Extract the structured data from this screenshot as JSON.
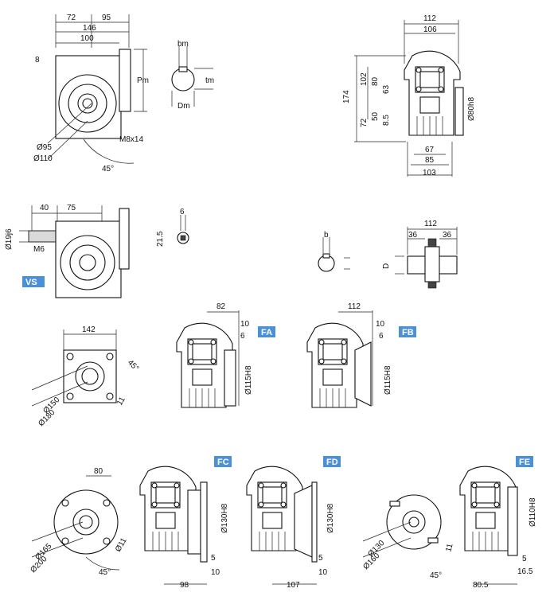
{
  "top_left": {
    "d72": "72",
    "d95": "95",
    "d146": "146",
    "d100": "100",
    "d8": "8",
    "pm": "Pm",
    "phi95": "Ø95",
    "phi110": "Ø110",
    "m8": "M8x14",
    "ang": "45°"
  },
  "key": {
    "bm": "bm",
    "tm": "tm",
    "dm": "Dm"
  },
  "top_right": {
    "d112": "112",
    "d106": "106",
    "d174": "174",
    "d102": "102",
    "d80": "80",
    "d63": "63",
    "d72": "72",
    "d50": "50",
    "d85a": "8.5",
    "phi80": "Ø80h8",
    "d67": "67",
    "d85": "85",
    "d103": "103"
  },
  "vs": {
    "label": "VS",
    "d40": "40",
    "d75": "75",
    "phi19": "Ø19j6",
    "m6": "M6"
  },
  "vs_key": {
    "d6": "6",
    "d215": "21.5"
  },
  "hollow_key": {
    "b": "b",
    "d": "D"
  },
  "shaft": {
    "d112": "112",
    "d36a": "36",
    "d36b": "36"
  },
  "flange": {
    "d142": "142",
    "ang": "45°",
    "phi150": "Ø150",
    "phi180": "Ø180",
    "d11": "11"
  },
  "fa": {
    "label": "FA",
    "d82": "82",
    "d10": "10",
    "d6": "6",
    "phi115": "Ø115H8"
  },
  "fb": {
    "label": "FB",
    "d112": "112",
    "d10": "10",
    "d6": "6",
    "phi115": "Ø115H8"
  },
  "fc_flange": {
    "d80": "80",
    "phi165": "Ø165",
    "phi200": "Ø200",
    "d11": "Ø11",
    "ang": "45°"
  },
  "fc": {
    "label": "FC",
    "phi130": "Ø130H8",
    "d5": "5",
    "d10": "10",
    "d98": "98"
  },
  "fd": {
    "label": "FD",
    "phi130": "Ø130H8",
    "d5": "5",
    "d10": "10",
    "d107": "107"
  },
  "fe_flange": {
    "phi130": "Ø130",
    "phi160": "Ø160",
    "d11": "11",
    "ang": "45°"
  },
  "fe": {
    "label": "FE",
    "phi110": "Ø110H8",
    "d5": "5",
    "d165": "16.5",
    "d805": "80.5"
  },
  "colors": {
    "badge": "#4a90d9"
  }
}
